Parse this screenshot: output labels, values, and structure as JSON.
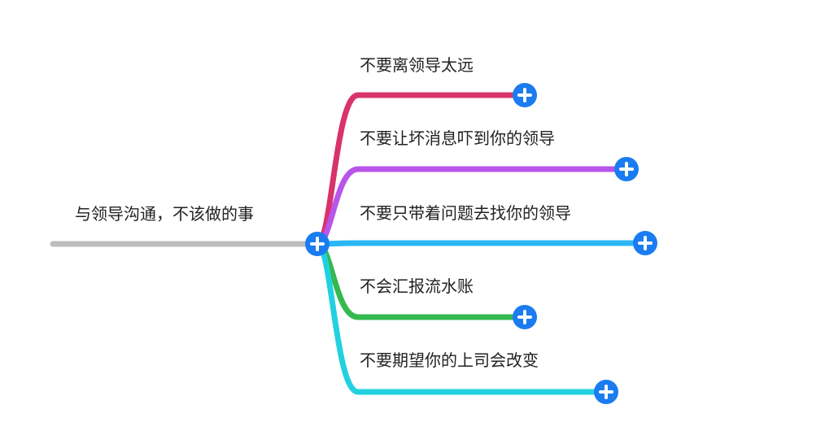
{
  "root": {
    "label": "与领导沟通，不该做的事",
    "line_color": "#bdbdbd"
  },
  "toggle_color": "#1a7cf0",
  "branches": [
    {
      "label": "不要离领导太远",
      "color": "#d8336c"
    },
    {
      "label": "不要让坏消息吓到你的领导",
      "color": "#b855ea"
    },
    {
      "label": "不要只带着问题去找你的领导",
      "color": "#2bb6f6"
    },
    {
      "label": "不会汇报流水账",
      "color": "#34b94f"
    },
    {
      "label": "不要期望你的上司会改变",
      "color": "#22d1e0"
    }
  ]
}
